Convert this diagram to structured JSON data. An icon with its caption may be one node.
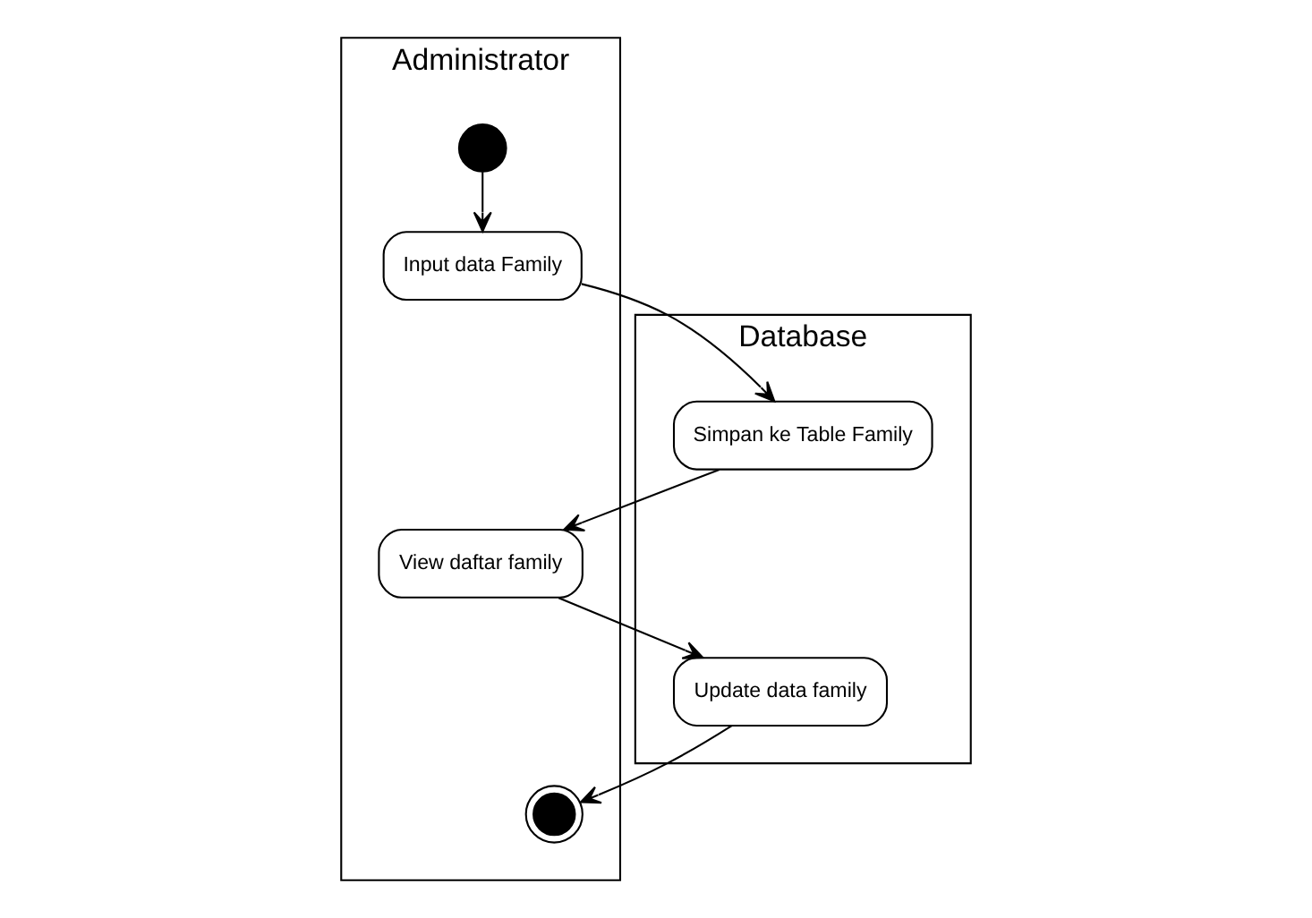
{
  "diagram": {
    "nodes": [
      {
        "text": [
          "Administrator"
        ]
      },
      {
        "text": [
          "Database"
        ]
      },
      {
        "text": [],
        "shape": "circle",
        "in": 0
      },
      {
        "text": [
          "Input data Family"
        ],
        "in": 0
      },
      {
        "text": [
          "Simpan ke Table Family"
        ],
        "in": 1
      },
      {
        "text": [
          "View daftar family"
        ],
        "in": 0
      },
      {
        "text": [
          "Update data family"
        ],
        "in": 1
      },
      {
        "text": [],
        "shape": "circle",
        "in": 0
      }
    ],
    "edges": [
      {
        "from": 2,
        "to": 3,
        "arrow": "to"
      },
      {
        "from": 3,
        "to": 4,
        "arrow": "to"
      },
      {
        "from": 4,
        "to": 5,
        "arrow": "to"
      },
      {
        "from": 5,
        "to": 6,
        "arrow": "to"
      },
      {
        "from": 6,
        "to": 7,
        "arrow": "to"
      }
    ]
  }
}
